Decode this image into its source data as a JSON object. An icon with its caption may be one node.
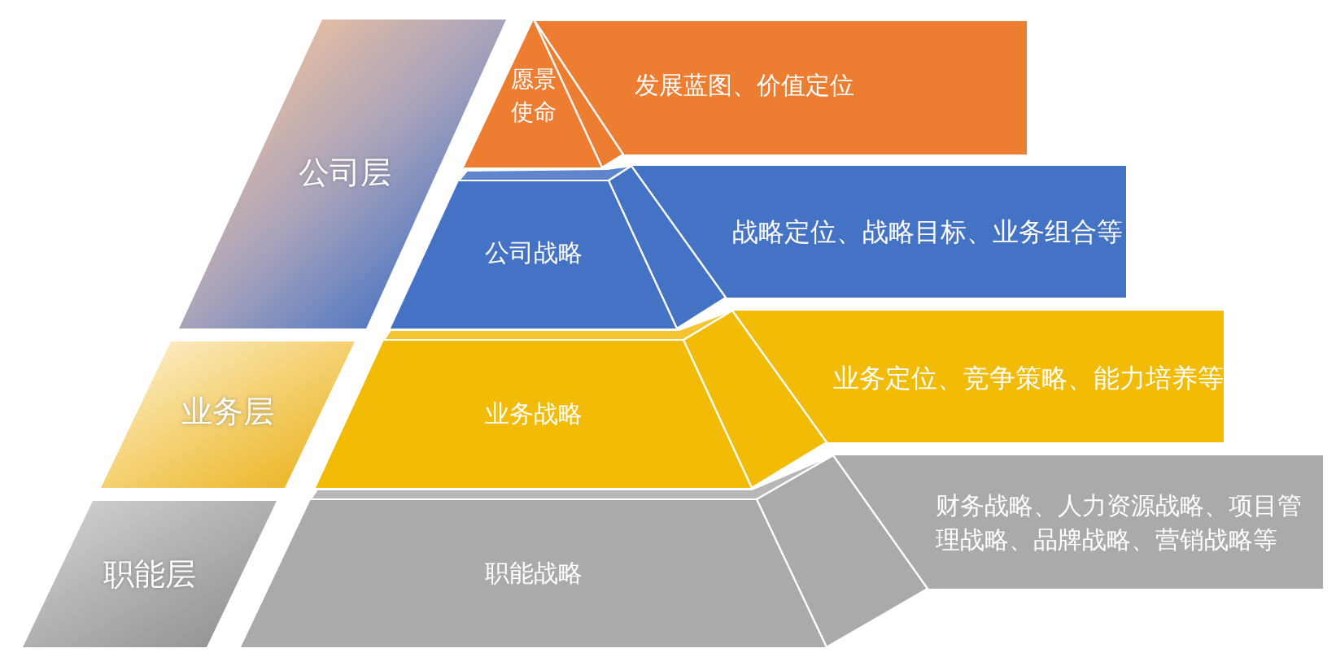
{
  "diagram": {
    "nodes": [
      {
        "text": [
          "公司层"
        ]
      },
      {
        "text": [
          "愿景使命"
        ]
      },
      {
        "text": [
          "发展蓝图、价值定位"
        ]
      },
      {
        "text": [
          "公司战略"
        ]
      },
      {
        "text": [
          "战略定位、战略目标、业务组合等"
        ]
      },
      {
        "text": [
          "业务层"
        ]
      },
      {
        "text": [
          "业务战略"
        ]
      },
      {
        "text": [
          "业务定位、竞争策略、能力培养等"
        ]
      },
      {
        "text": [
          "职能层"
        ]
      },
      {
        "text": [
          "职能战略"
        ]
      },
      {
        "text": [
          "财务战略、人力资源战略、项目管理战略、品牌战略、营销战略等"
        ]
      }
    ]
  }
}
